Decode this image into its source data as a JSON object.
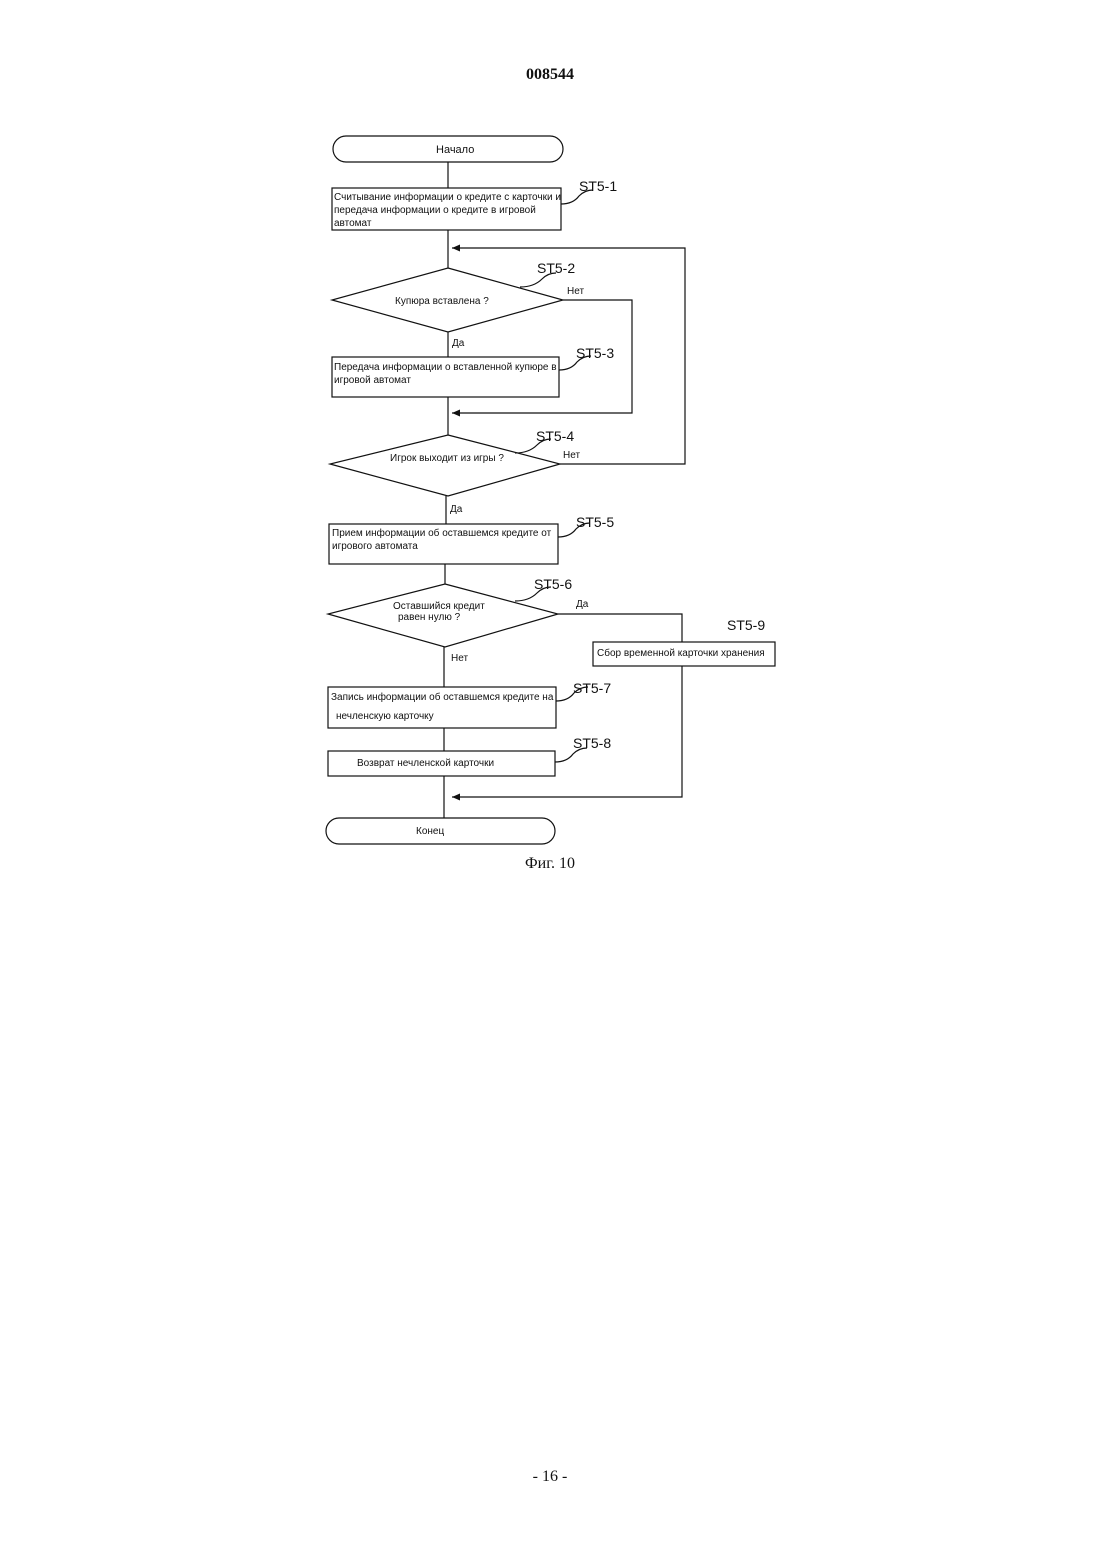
{
  "header": {
    "doc_number": "008544"
  },
  "figure": {
    "start": "Начало",
    "end": "Конец",
    "steps": {
      "st5_1": {
        "id": "ST5-1",
        "lines": [
          "Считывание информации о кредите с карточки и",
          "передача информации о кредите в игровой",
          "автомат"
        ]
      },
      "st5_2": {
        "id": "ST5-2",
        "question": "Купюра вставлена ?",
        "yes": "Да",
        "no": "Нет"
      },
      "st5_3": {
        "id": "ST5-3",
        "lines": [
          "Передача информации о вставленной купюре в",
          "игровой автомат"
        ]
      },
      "st5_4": {
        "id": "ST5-4",
        "question": "Игрок выходит из игры ?",
        "yes": "Да",
        "no": "Нет"
      },
      "st5_5": {
        "id": "ST5-5",
        "lines": [
          "Прием информации об оставшемся кредите от",
          "игрового автомата"
        ]
      },
      "st5_6": {
        "id": "ST5-6",
        "lines": [
          "Оставшийся кредит",
          "равен нулю ?"
        ],
        "yes": "Да",
        "no": "Нет"
      },
      "st5_7": {
        "id": "ST5-7",
        "lines": [
          "Запись информации об оставшемся кредите на",
          "нечленскую карточку"
        ]
      },
      "st5_8": {
        "id": "ST5-8",
        "lines": [
          "Возврат нечленской карточки"
        ]
      },
      "st5_9": {
        "id": "ST5-9",
        "lines": [
          "Сбор временной карточки хранения"
        ]
      }
    },
    "caption": "Фиг. 10"
  },
  "footer": {
    "page": "- 16 -"
  }
}
